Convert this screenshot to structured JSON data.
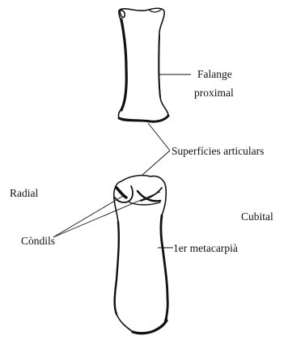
{
  "figure": {
    "labels": {
      "falange_line1": "Falange",
      "falange_line2": "proximal",
      "superficies": "Superfícies articulars",
      "radial": "Radial",
      "cubital": "Cubital",
      "condils": "Còndils",
      "metacarpia": "1er metacarpià"
    },
    "bones": {
      "upper": "proximal-phalanx",
      "lower": "first-metacarpal"
    },
    "colors": {
      "ink": "#111111",
      "background": "#ffffff"
    }
  }
}
